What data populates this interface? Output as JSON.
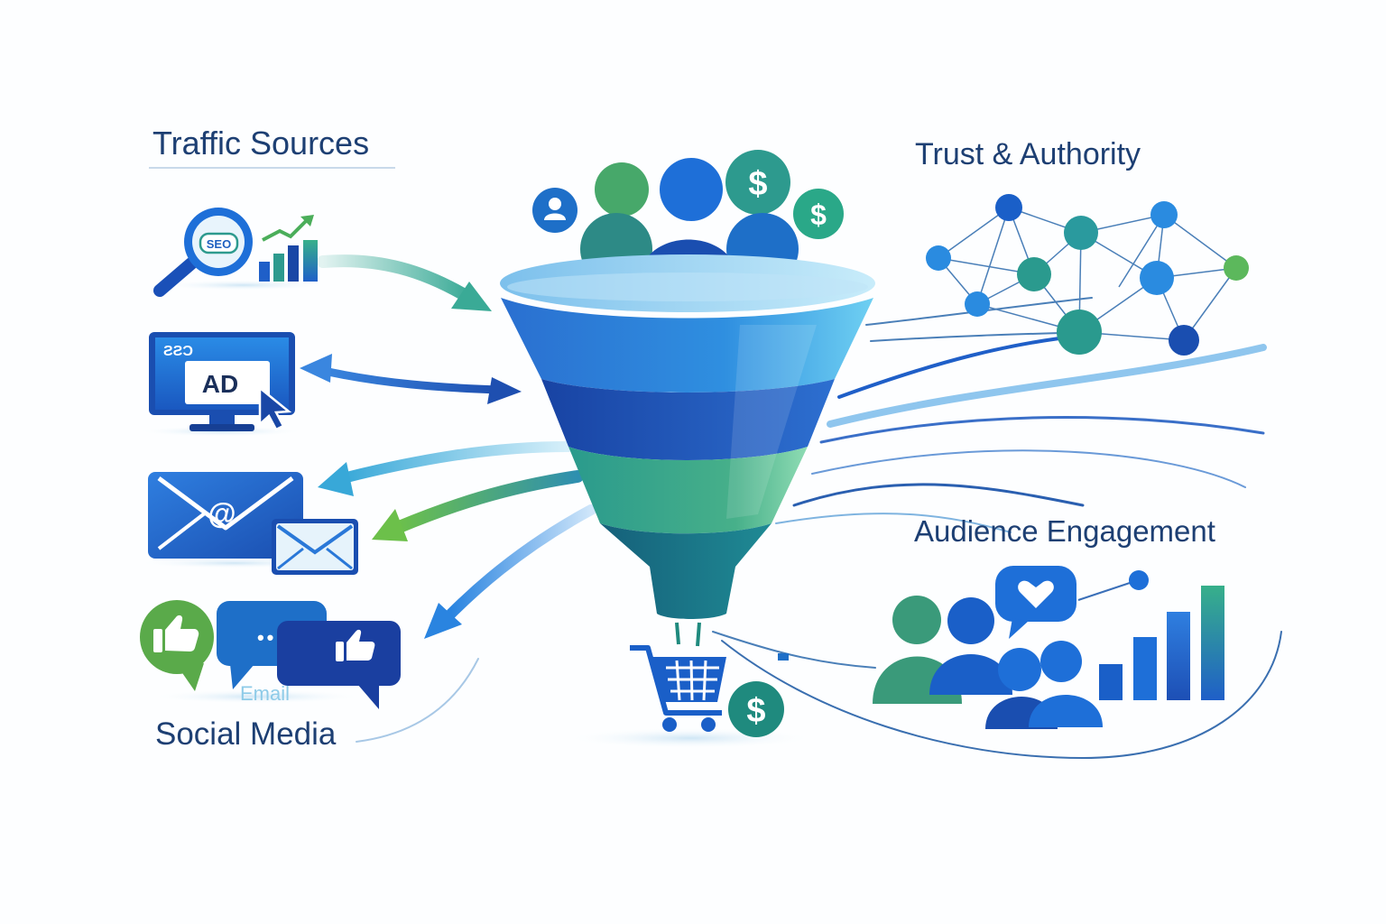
{
  "labels": {
    "traffic_sources": "Traffic Sources",
    "trust_authority": "Trust & Authority",
    "audience_engagement": "Audience Engagement",
    "social_media": "Social Media",
    "email": "Email"
  },
  "icons": {
    "seo_badge": "SEO",
    "ad_label": "AD",
    "ad_corner": "ƧƧƆ",
    "at_symbol": "@",
    "dollar": "$",
    "ellipsis": "•••"
  },
  "colors": {
    "navy_text": "#1d3f73",
    "blue": "#1f6fd1",
    "dark_blue": "#1a47a6",
    "teal": "#2d9a8e",
    "green": "#5cb85c",
    "light_blue": "#5ab8e8"
  }
}
